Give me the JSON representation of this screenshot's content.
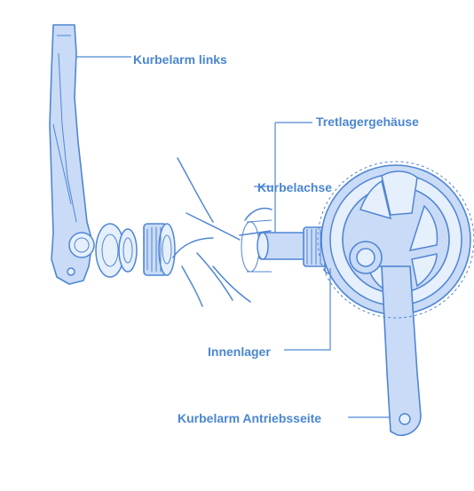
{
  "labels": {
    "kurbelarm_links": "Kurbelarm links",
    "tretlagergehaeuse": "Tretlagergehäuse",
    "kurbelachse": "Kurbelachse",
    "innenlager": "Innenlager",
    "kurbelarm_antriebsseite": "Kurbelarm Antriebsseite"
  },
  "colors": {
    "line": "#4f86d4",
    "fill": "#c9dbf6",
    "label": "#4a86d0"
  }
}
